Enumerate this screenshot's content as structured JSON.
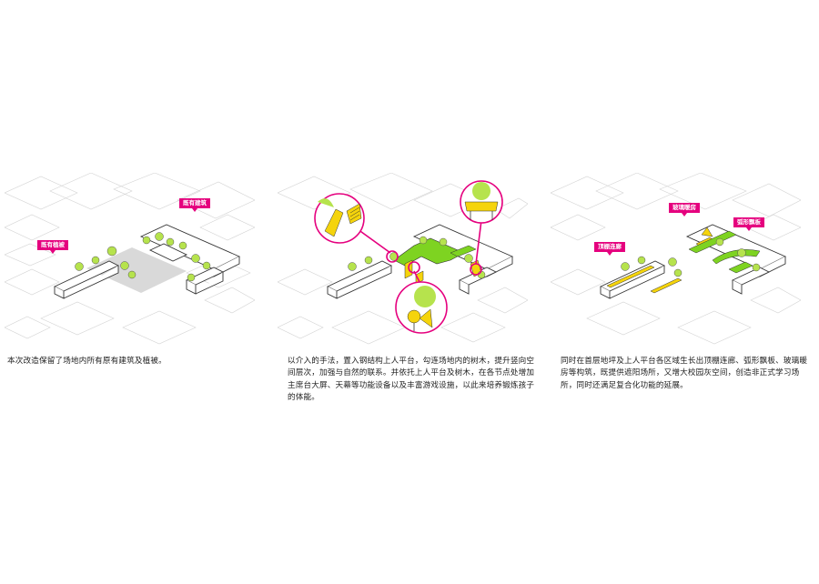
{
  "colors": {
    "magenta": "#e5007e",
    "tree_green": "#b6e34d",
    "platform_green": "#7ed321",
    "yellow": "#f5d40c",
    "gray_fill": "#d9d9d9",
    "line": "#3a3a3a"
  },
  "panels": [
    {
      "tags": [
        "既有植被",
        "既有建筑"
      ],
      "caption": "本次改造保留了场地内所有原有建筑及植被。"
    },
    {
      "tags": [],
      "caption": "以介入的手法，置入钢结构上人平台，勾连场地内的树木，提升竖向空间层次，加强与自然的联系。并依托上人平台及树木，在各节点处增加主席台大屏、天幕等功能设备以及丰富游戏设施，以此来培养锻炼孩子的体能。"
    },
    {
      "tags": [
        "顶棚连廊",
        "玻璃暖房",
        "弧形飘板"
      ],
      "caption": "同时在首层地坪及上人平台各区域生长出顶棚连廊、弧形飘板、玻璃暖房等构筑，既提供遮阳场所，又增大校园灰空间，创造非正式学习场所，同时还满足复合化功能的延展。"
    }
  ]
}
